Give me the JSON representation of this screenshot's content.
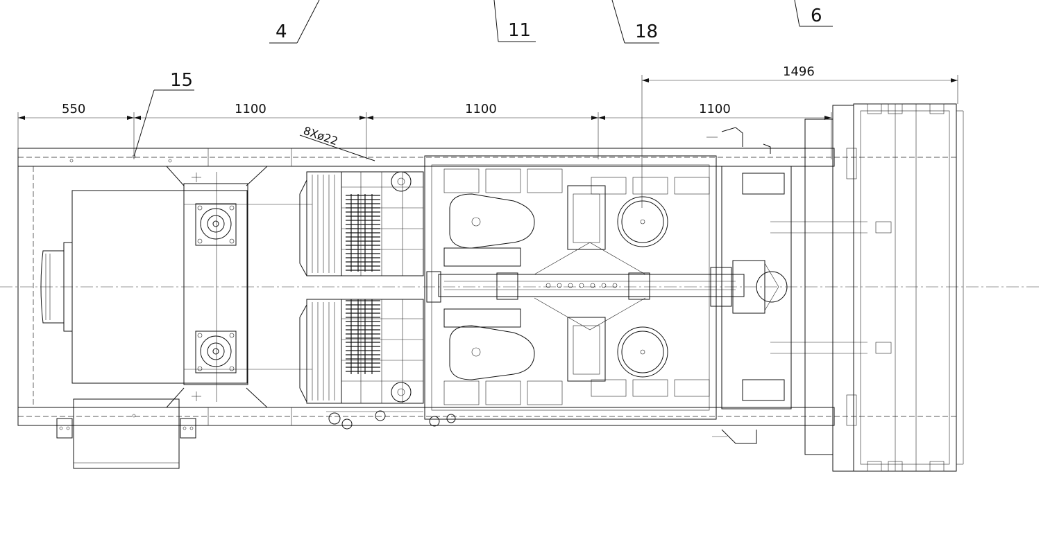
{
  "part_numbers": {
    "p4": "4",
    "p11": "11",
    "p18": "18",
    "p6": "6",
    "p15": "15"
  },
  "dimensions": {
    "d550": "550",
    "d1100_a": "1100",
    "d1100_b": "1100",
    "d1100_c": "1100",
    "d1496": "1496"
  },
  "notes": {
    "holes": "8Xø22"
  },
  "colors": {
    "line": "#111111",
    "background": "#ffffff"
  }
}
